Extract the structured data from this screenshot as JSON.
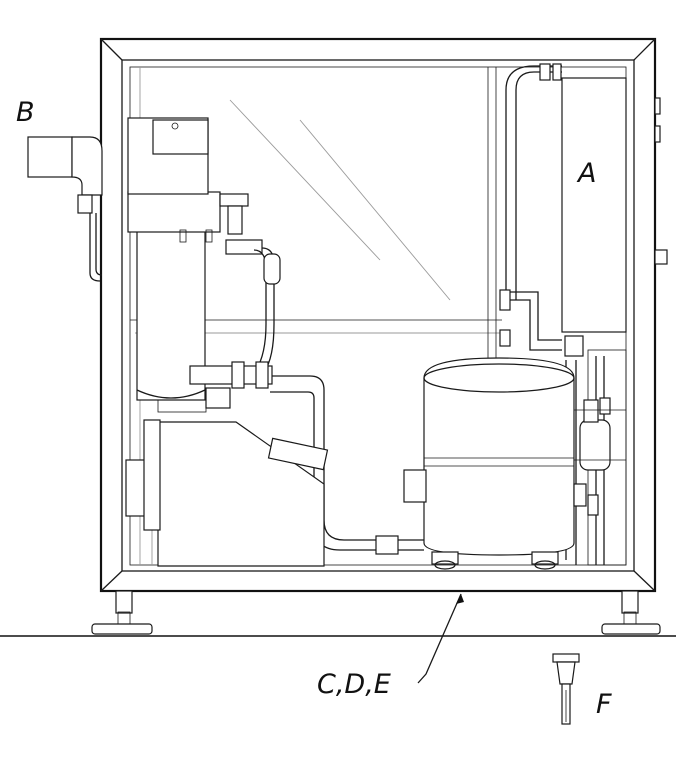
{
  "labels": {
    "a": "A",
    "b": "B",
    "cde": "C,D,E",
    "f": "F"
  }
}
